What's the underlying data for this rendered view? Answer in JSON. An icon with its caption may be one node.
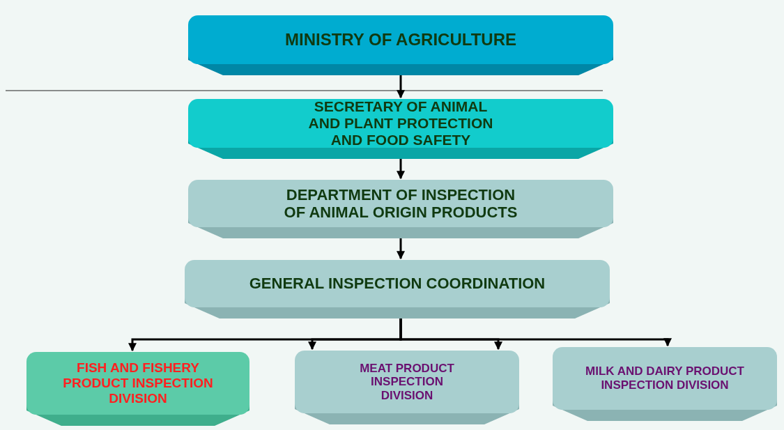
{
  "diagram": {
    "nodes": [
      {
        "text": [
          "MINISTRY OF AGRICULTURE"
        ]
      },
      {
        "text": [
          "SECRETARY OF ANIMAL AND PLANT PROTECTION AND FOOD SAFETY"
        ]
      },
      {
        "text": [
          "DEPARTMENT OF INSPECTION OF ANIMAL ORIGIN PRODUCTS"
        ]
      },
      {
        "text": [
          "GENERAL INSPECTION COORDINATION"
        ]
      },
      {
        "text": [
          "FISH AND FISHERY PRODUCT INSPECTION DIVISION"
        ]
      },
      {
        "text": [
          "MEAT PRODUCT INSPECTION DIVISION"
        ]
      },
      {
        "text": [
          "MILK AND DAIRY PRODUCT INSPECTION DIVISION"
        ]
      }
    ],
    "edges": [
      {
        "from": 0,
        "to": 1,
        "arrow": "to"
      },
      {
        "from": 1,
        "to": 2,
        "arrow": "to"
      },
      {
        "from": 2,
        "to": 3,
        "arrow": "to"
      },
      {
        "from": 3,
        "to": 4,
        "arrow": "to"
      },
      {
        "from": 3,
        "to": 5,
        "arrow": "to"
      },
      {
        "from": 3,
        "to": 5,
        "arrow": "to"
      },
      {
        "from": 3,
        "to": 6,
        "arrow": "to"
      }
    ]
  }
}
